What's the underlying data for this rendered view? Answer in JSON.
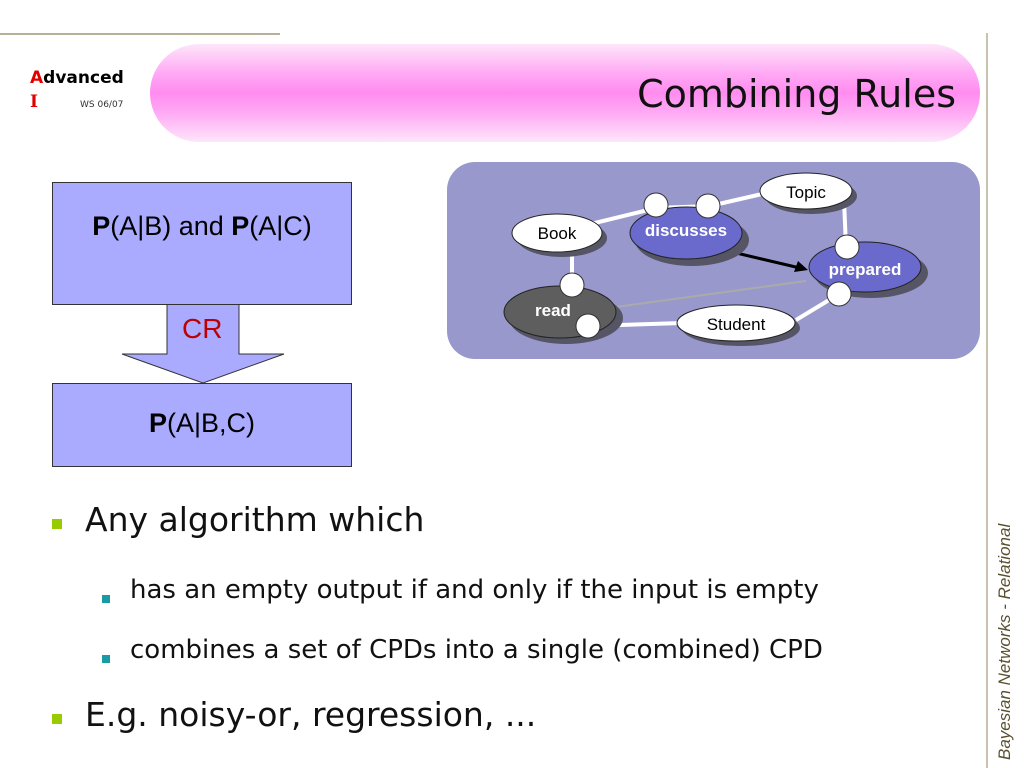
{
  "header": {
    "logo_first_letter": "A",
    "logo_rest": "dvanced",
    "logo_second_line": "I",
    "semester": "WS 06/07",
    "title": "Combining Rules"
  },
  "diagram": {
    "top_box_p1": "P",
    "top_box_t1": "(A|B) and ",
    "top_box_p2": "P",
    "top_box_t2": "(A|C)",
    "arrow_label": "CR",
    "bottom_box_p": "P",
    "bottom_box_t": "(A|B,C)"
  },
  "graph": {
    "nodes": {
      "topic": "Topic",
      "book": "Book",
      "discusses": "discusses",
      "prepared": "prepared",
      "read": "read",
      "student": "Student"
    }
  },
  "bullets": [
    {
      "text": "Any algorithm which",
      "sub": [
        "has an empty output if and only if the input is empty",
        "combines a set of CPDs into a single (combined) CPD"
      ]
    },
    {
      "text": "E.g. noisy-or, regression, ..."
    }
  ],
  "side_label": "Bayesian Networks  - Relational"
}
